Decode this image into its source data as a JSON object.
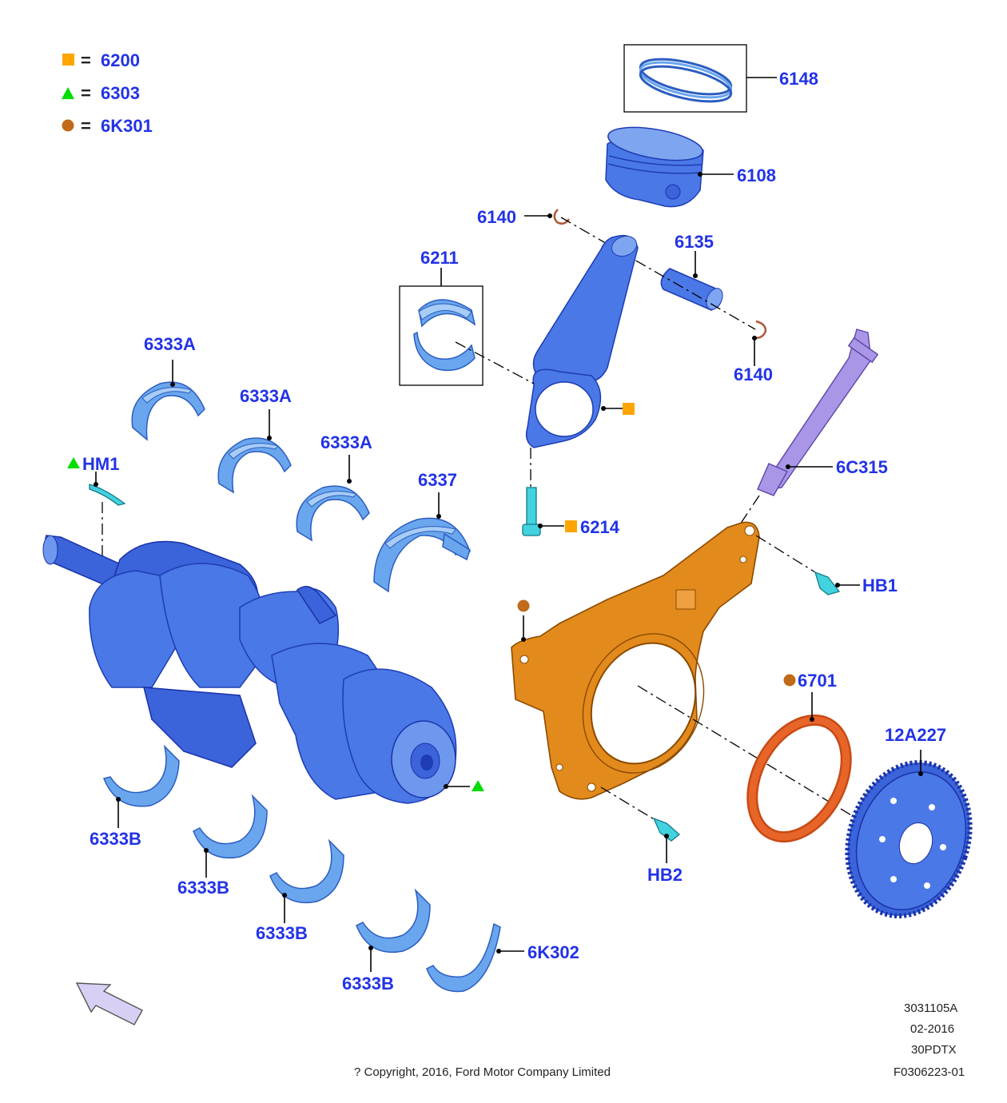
{
  "legend": [
    {
      "symbol": "square",
      "color": "#ffa500",
      "text": "6200"
    },
    {
      "symbol": "triangle",
      "color": "#00dd00",
      "text": "6303"
    },
    {
      "symbol": "circle",
      "color": "#c06a1a",
      "text": "6K301"
    }
  ],
  "legend_eq": "=",
  "parts": {
    "p6148": "6148",
    "p6108": "6108",
    "p6140a": "6140",
    "p6135": "6135",
    "p6211": "6211",
    "p6140b": "6140",
    "p6333A_1": "6333A",
    "p6333A_2": "6333A",
    "p6333A_3": "6333A",
    "pHM1": "HM1",
    "p6337": "6337",
    "p6C315": "6C315",
    "p6214": "6214",
    "pHB1": "HB1",
    "p6701": "6701",
    "p12A227": "12A227",
    "pHB2": "HB2",
    "p6333B_1": "6333B",
    "p6333B_2": "6333B",
    "p6333B_3": "6333B",
    "p6333B_4": "6333B",
    "p6K302": "6K302"
  },
  "footer": {
    "code1": "3031105A",
    "date": "02-2016",
    "code2": "30PDTX",
    "code3": "F0306223-01",
    "copyright": "? Copyright, 2016, Ford Motor Company Limited"
  }
}
